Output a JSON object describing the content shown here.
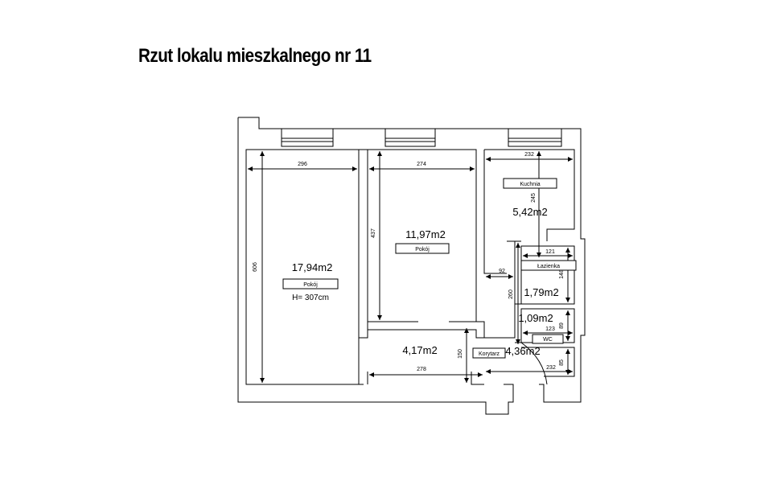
{
  "title": "Rzut lokalu mieszkalnego nr 11",
  "rooms": {
    "living": {
      "label": "Pokój",
      "area": "17,94m2",
      "height_note": "H= 307cm"
    },
    "room2": {
      "label": "Pokój",
      "area": "11,97m2"
    },
    "kitchen": {
      "label": "Kuchnia",
      "area": "5,42m2"
    },
    "bathroom": {
      "label": "Łazienka",
      "area": "1,79m2"
    },
    "wc": {
      "label": "WC",
      "area": "1,09m2"
    },
    "corridor": {
      "label": "Korytarz",
      "area": "4,17m2"
    },
    "hall": {
      "area": "4,36m2"
    }
  },
  "dimensions": {
    "living_width": "296",
    "living_length": "606",
    "room2_width": "274",
    "room2_length": "437",
    "kitchen_width": "232",
    "kitchen_length": "245",
    "bathroom_width": "121",
    "bathroom_length": "148",
    "wc_width": "123",
    "wc_length": "89",
    "corridor_width": "278",
    "corridor_depth": "150",
    "passage_width": "92",
    "hall_length": "260",
    "hall_width": "232",
    "hall_depth": "85"
  }
}
